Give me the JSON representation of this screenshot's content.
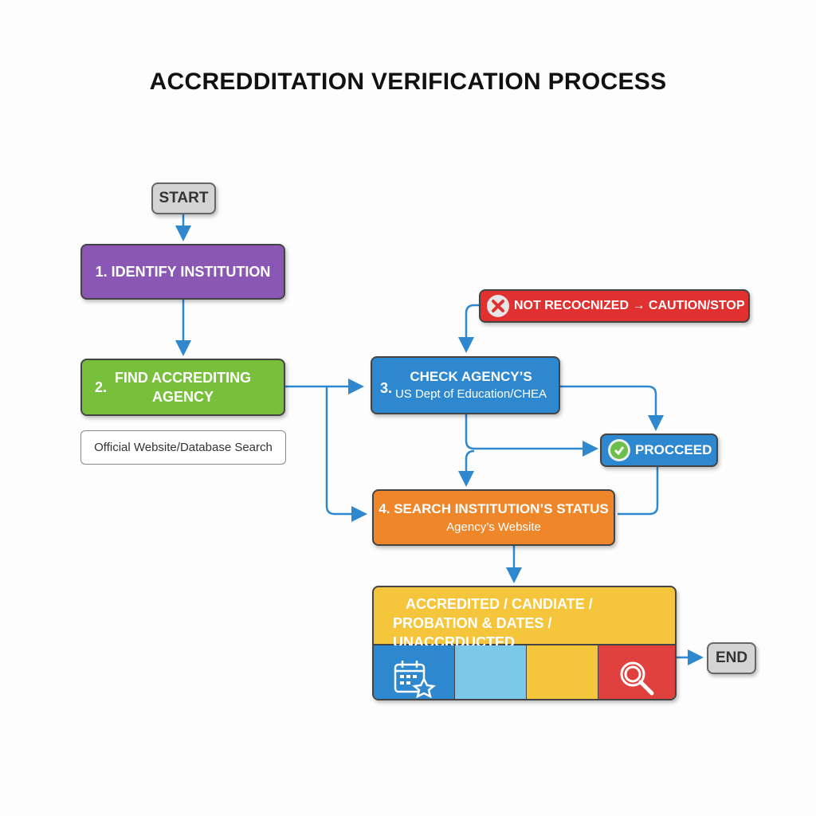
{
  "title": "ACCREDDITATION VERIFICATION PROCESS",
  "start": "START",
  "end": "END",
  "step1": "1. IDENTIFY INSTITUTION",
  "step2": {
    "number": "2.",
    "label_line1": "FIND ACCREDITING",
    "label_line2": "AGENCY"
  },
  "step2_note": "Official Website/Database Search",
  "not_recognized": "NOT RECOCNIZED → CAUTION/STOP",
  "step3": {
    "number": "3.",
    "label": "CHECK AGENCY’S",
    "sub": "US Dept of Education/CHEA"
  },
  "proceed": "PROCCEED",
  "step4": {
    "label": "4. SEARCH INSTITUTION’S STATUS",
    "sub": "Agency’s Website"
  },
  "result": {
    "line1": "ACCREDITED / CANDIATE /",
    "line2": "PROBATION & DATES / UNACCRDUCTED"
  },
  "colors": {
    "arrow": "#2e88d0",
    "purple": "#8a58b4",
    "green": "#78bf3c",
    "red": "#e0302f",
    "blue": "#2e88d0",
    "orange": "#f0862a",
    "yellow": "#f5c63b",
    "light_blue": "#7cc8ea"
  }
}
